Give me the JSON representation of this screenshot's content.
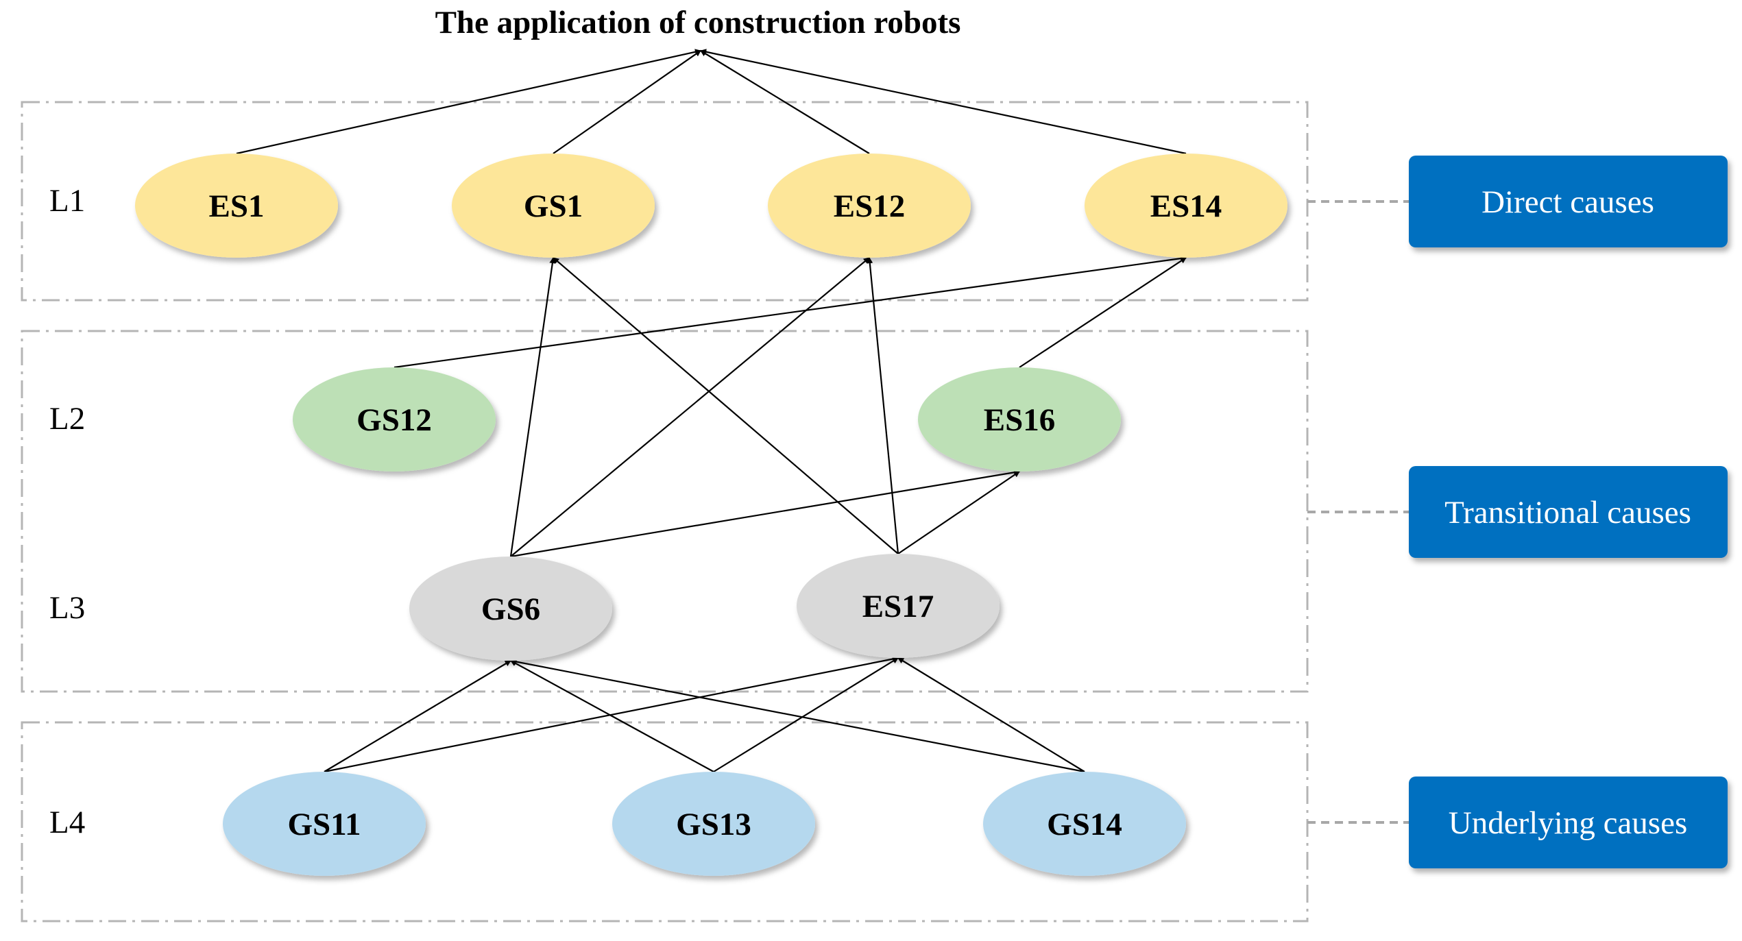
{
  "title": "The application of construction robots",
  "levels": [
    "L1",
    "L2",
    "L3",
    "L4"
  ],
  "nodes": {
    "ES1": {
      "label": "ES1",
      "level": "L1",
      "fill": "#fde699"
    },
    "GS1": {
      "label": "GS1",
      "level": "L1",
      "fill": "#fde699"
    },
    "ES12": {
      "label": "ES12",
      "level": "L1",
      "fill": "#fde699"
    },
    "ES14": {
      "label": "ES14",
      "level": "L1",
      "fill": "#fde699"
    },
    "GS12": {
      "label": "GS12",
      "level": "L2",
      "fill": "#bde0b6"
    },
    "ES16": {
      "label": "ES16",
      "level": "L2",
      "fill": "#bde0b6"
    },
    "GS6": {
      "label": "GS6",
      "level": "L3",
      "fill": "#d9d9d9"
    },
    "ES17": {
      "label": "ES17",
      "level": "L3",
      "fill": "#d9d9d9"
    },
    "GS11": {
      "label": "GS11",
      "level": "L4",
      "fill": "#b5d8ee"
    },
    "GS13": {
      "label": "GS13",
      "level": "L4",
      "fill": "#b5d8ee"
    },
    "GS14": {
      "label": "GS14",
      "level": "L4",
      "fill": "#b5d8ee"
    }
  },
  "edges": [
    [
      "ES1",
      "TITLE"
    ],
    [
      "GS1",
      "TITLE"
    ],
    [
      "ES12",
      "TITLE"
    ],
    [
      "ES14",
      "TITLE"
    ],
    [
      "GS12",
      "ES14"
    ],
    [
      "ES16",
      "ES14"
    ],
    [
      "GS6",
      "GS1"
    ],
    [
      "GS6",
      "ES12"
    ],
    [
      "GS6",
      "ES16"
    ],
    [
      "ES17",
      "GS1"
    ],
    [
      "ES17",
      "ES12"
    ],
    [
      "ES17",
      "ES16"
    ],
    [
      "GS11",
      "GS6"
    ],
    [
      "GS11",
      "ES17"
    ],
    [
      "GS13",
      "GS6"
    ],
    [
      "GS13",
      "ES17"
    ],
    [
      "GS14",
      "GS6"
    ],
    [
      "GS14",
      "ES17"
    ]
  ],
  "cause_groups": [
    {
      "label": "Direct causes",
      "levels": [
        "L1"
      ]
    },
    {
      "label": "Transitional causes",
      "levels": [
        "L2",
        "L3"
      ]
    },
    {
      "label": "Underlying causes",
      "levels": [
        "L4"
      ]
    }
  ],
  "colors": {
    "cause_box": "#0070c0",
    "frame": "#b5b5b5",
    "edge": "#000000"
  }
}
